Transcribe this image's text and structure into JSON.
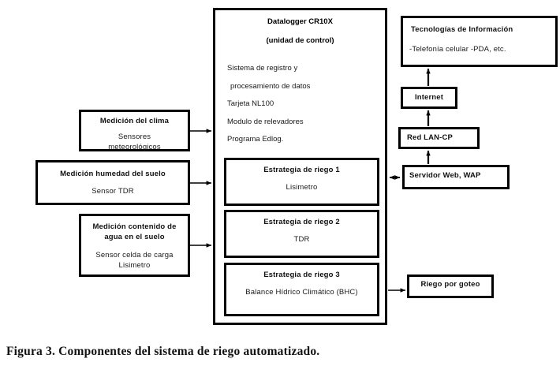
{
  "figure": {
    "caption": "Figura 3.  Componentes del sistema de riego automatizado."
  },
  "main_unit": {
    "title": "Datalogger CR10X",
    "subtitle": "(unidad de control)",
    "specs": [
      "Sistema de registro y",
      "procesamiento de datos",
      "Tarjeta NL100",
      "Modulo de relevadores",
      "Programa Edlog."
    ],
    "strategies": [
      {
        "title": "Estrategia de riego 1",
        "value": "Lisimetro"
      },
      {
        "title": "Estrategia de riego 2",
        "value": "TDR"
      },
      {
        "title": "Estrategia de riego 3",
        "value": "Balance Hídrico Climático (BHC)"
      }
    ]
  },
  "inputs": [
    {
      "title": "Medición del clima",
      "line1": "Sensores",
      "line2": "meteorológicos"
    },
    {
      "title": "Medición humedad del suelo",
      "line1": "Sensor TDR",
      "line2": ""
    },
    {
      "title": "Medición contenido de",
      "title2": "agua en el suelo",
      "line1": "Sensor celda de carga",
      "line2": "Lisimetro"
    }
  ],
  "network": {
    "tecnologias": {
      "title": "Tecnologías de Información",
      "line1": "-Telefonía celular -PDA, etc."
    },
    "internet": "Internet",
    "lan": "Red LAN-CP",
    "servidor": "Servidor Web, WAP"
  },
  "output": {
    "goteo": "Riego por goteo"
  },
  "colors": {
    "stroke": "#000000",
    "background": "#ffffff",
    "text": "#111111"
  }
}
